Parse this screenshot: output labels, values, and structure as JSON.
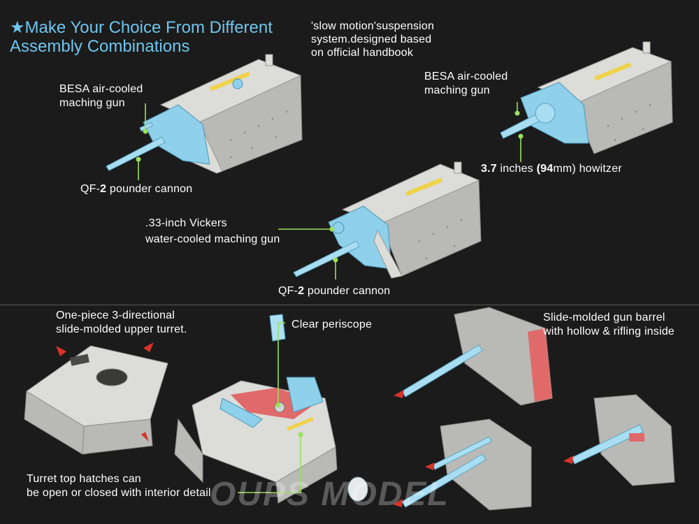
{
  "title_line1": "★Make Your Choice From Different",
  "title_line2": "Assembly Combinations",
  "suspension_note": [
    "'slow motion'suspension",
    "system.designed based",
    "on official handbook"
  ],
  "variant1": {
    "mg_label": [
      "BESA air-cooled",
      "maching gun"
    ],
    "cannon_prefix": "QF-",
    "cannon_num": "2",
    "cannon_suffix": " pounder cannon"
  },
  "variant2": {
    "mg_label": [
      "BESA air-cooled",
      "maching gun"
    ],
    "howitzer_a": "3.7",
    "howitzer_b": " inches ",
    "howitzer_c": "(94",
    "howitzer_d": "mm)",
    "howitzer_e": " howitzer"
  },
  "variant3": {
    "mg_label": [
      ".33-inch Vickers",
      "water-cooled maching gun"
    ],
    "cannon_prefix": "QF-",
    "cannon_num": "2",
    "cannon_suffix": " pounder cannon"
  },
  "turret_note": [
    "One-piece 3-directional",
    "slide-molded upper turret."
  ],
  "periscope_label": "Clear periscope",
  "barrel_note": [
    "Slide-molded gun barrel",
    "with hollow & rifling inside"
  ],
  "hatch_note": [
    "Turret top hatches can",
    "be open or closed with interior detail"
  ],
  "watermark": "OUPS MODEL",
  "colors": {
    "accent": "#6ec6ee",
    "leader": "#9be05a",
    "background": "#1b1b1b",
    "arrow": "#d8332b"
  }
}
